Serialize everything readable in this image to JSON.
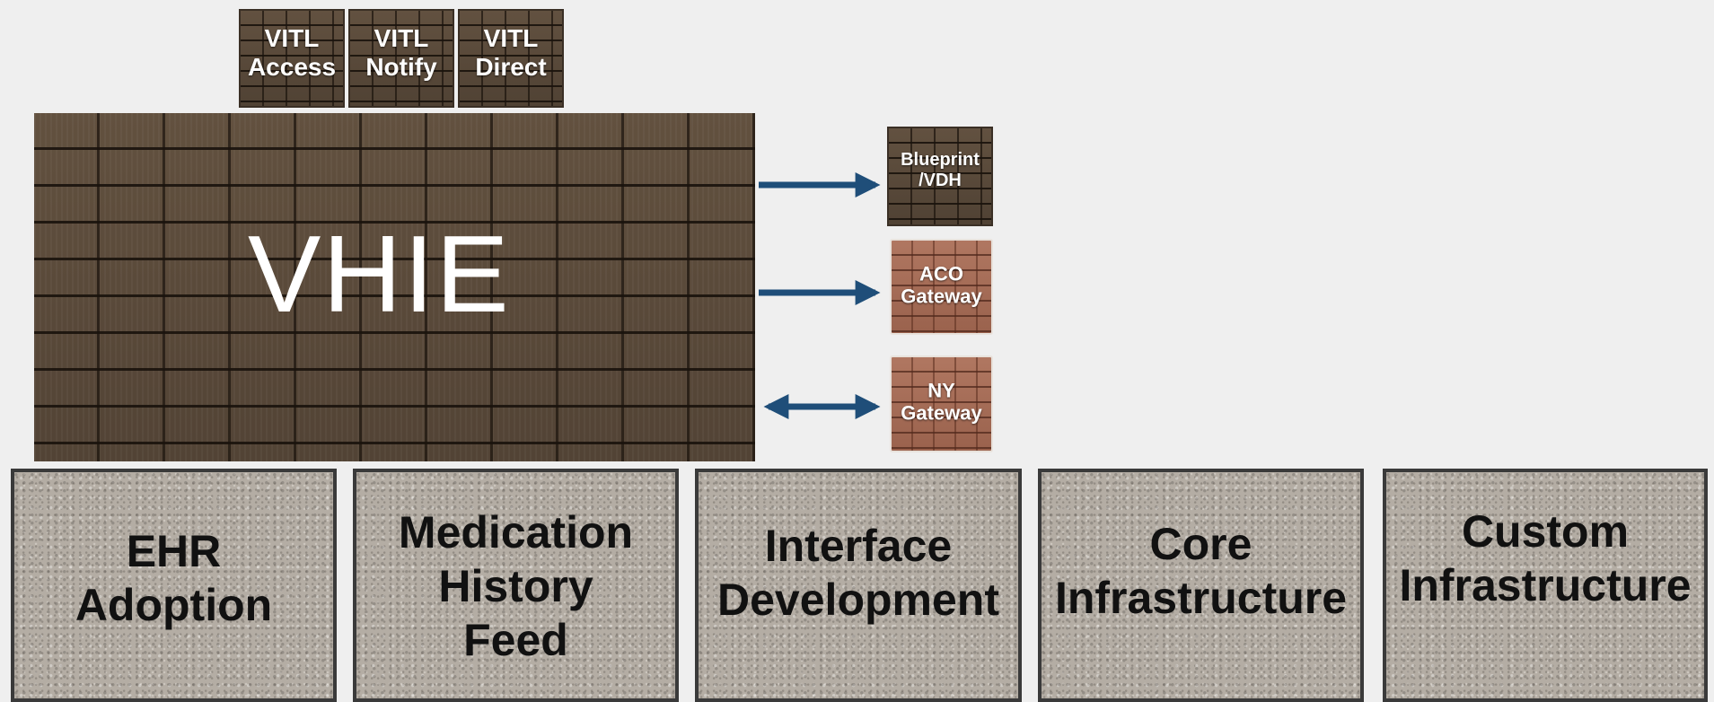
{
  "vitl_tiles": [
    {
      "label": "VITL\nAccess"
    },
    {
      "label": "VITL\nNotify"
    },
    {
      "label": "VITL\nDirect"
    }
  ],
  "main_block": {
    "label": "VHIE"
  },
  "connections": [
    {
      "label": "Blueprint\n/VDH",
      "direction": "outbound"
    },
    {
      "label": "ACO\nGateway",
      "direction": "outbound"
    },
    {
      "label": "NY\nGateway",
      "direction": "bidirectional"
    }
  ],
  "foundation": [
    {
      "label": "EHR\nAdoption"
    },
    {
      "label": "Medication\nHistory\nFeed"
    },
    {
      "label": "Interface\nDevelopment"
    },
    {
      "label": "Core\nInfrastructure"
    },
    {
      "label": "Custom\nInfrastructure"
    }
  ],
  "colors": {
    "arrow": "#1f4e79",
    "shingle_brown": "#5a4a3b",
    "shingle_red": "#a46b55",
    "concrete": "#b4ada4",
    "background": "#efefef"
  }
}
